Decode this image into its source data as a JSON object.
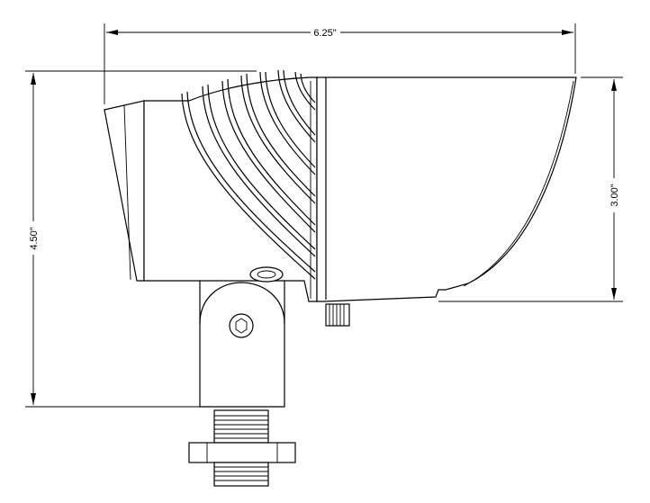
{
  "dimensions": {
    "overall_width": "6.25\"",
    "overall_height": "4.50\"",
    "shroud_height": "3.00\""
  }
}
